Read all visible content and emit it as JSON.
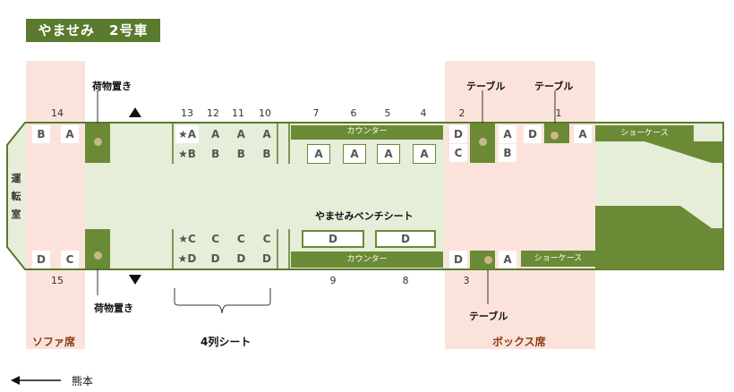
{
  "title": "やませみ　2号車",
  "zones": {
    "sofa": "ソファ席",
    "box": "ボックス席"
  },
  "cab": [
    "運",
    "転",
    "室"
  ],
  "labels": {
    "luggage_top": "荷物置き",
    "luggage_bottom": "荷物置き",
    "table_1": "テーブル",
    "table_2": "テーブル",
    "table_3": "テーブル",
    "counter_top": "カウンター",
    "counter_bottom": "カウンター",
    "showcase_top": "ショーケース",
    "showcase_bottom": "ショーケース",
    "bench": "やませみベンチシート",
    "four_row": "4列シート",
    "direction": "熊本"
  },
  "row_numbers": {
    "top": [
      "14",
      "13",
      "12",
      "11",
      "10",
      "7",
      "6",
      "5",
      "4",
      "2",
      "1"
    ],
    "bottom": [
      "15",
      "9",
      "8",
      "3"
    ]
  },
  "seats": {
    "sofa_top": [
      "B",
      "A"
    ],
    "sofa_bottom": [
      "D",
      "C"
    ],
    "four_a": [
      "★A",
      "A",
      "A",
      "A"
    ],
    "four_b": [
      "★B",
      "B",
      "B",
      "B"
    ],
    "four_c": [
      "★C",
      "C",
      "C",
      "C"
    ],
    "four_d": [
      "★D",
      "D",
      "D",
      "D"
    ],
    "counter_top": [
      "A",
      "A",
      "A",
      "A"
    ],
    "bench": [
      "D",
      "D"
    ],
    "box_2": [
      "D",
      "C",
      "A",
      "B"
    ],
    "box_1": [
      "D",
      "A"
    ],
    "box_3": [
      "D",
      "A"
    ]
  },
  "colors": {
    "green": "#6b8a35",
    "pink": "#fbe3dc",
    "light_green": "#e3ecd5"
  }
}
